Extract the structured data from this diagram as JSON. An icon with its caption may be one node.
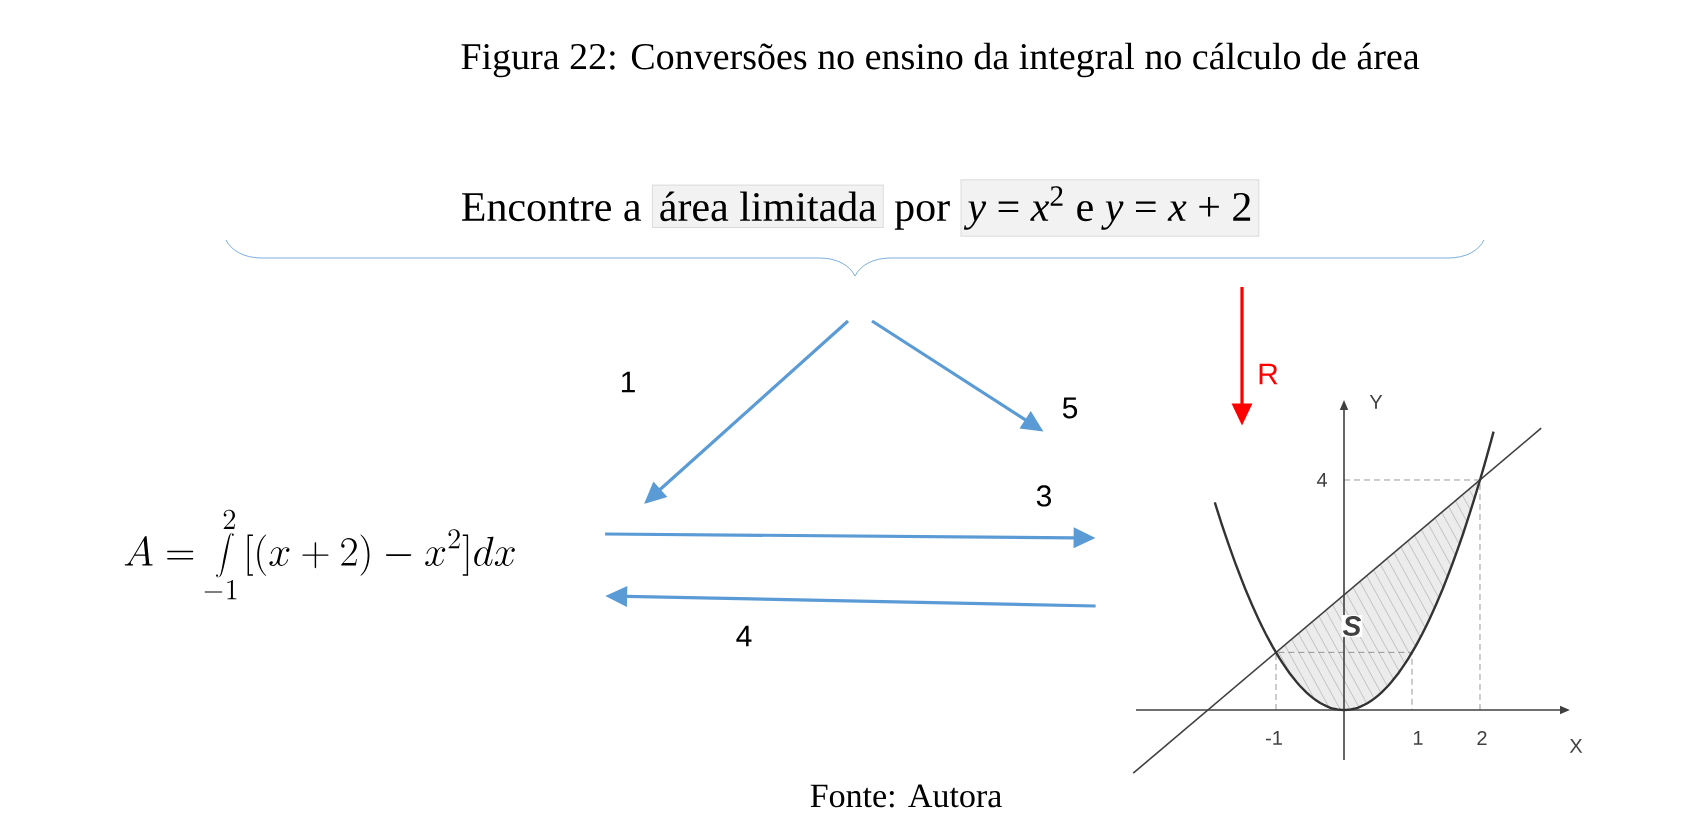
{
  "diagram": {
    "title": "Figura 22: Conversões no ensino da integral no cálculo de área",
    "caption": "Fonte: Autora",
    "nodes": [
      {
        "text": [
          "Encontre a",
          "área limitada",
          "por",
          "*y* = *x*$^{2}$ e *y* = *x* + 2"
        ]
      },
      {
        "text": [
          "A = \\int\\limits_{-1}^{2}[(x+2)-x^{2}]dx"
        ]
      },
      {
        "text": [],
        "shape": "picture"
      }
    ],
    "edges": [
      {
        "from": 0,
        "to": 1,
        "arrow": "to",
        "label": "1"
      },
      {
        "from": 0,
        "to": 2,
        "arrow": "to",
        "label": "5"
      },
      {
        "from": 1,
        "to": 2,
        "arrow": "to",
        "label": "3"
      },
      {
        "from": 2,
        "to": 1,
        "arrow": "to",
        "label": "4"
      },
      {
        "from": 0,
        "to": 2,
        "arrow": "to",
        "label": "R",
        "color": "#ff0000"
      }
    ],
    "labels": [
      "Y",
      "4",
      "S",
      "-1",
      "1",
      "2",
      "X"
    ]
  }
}
